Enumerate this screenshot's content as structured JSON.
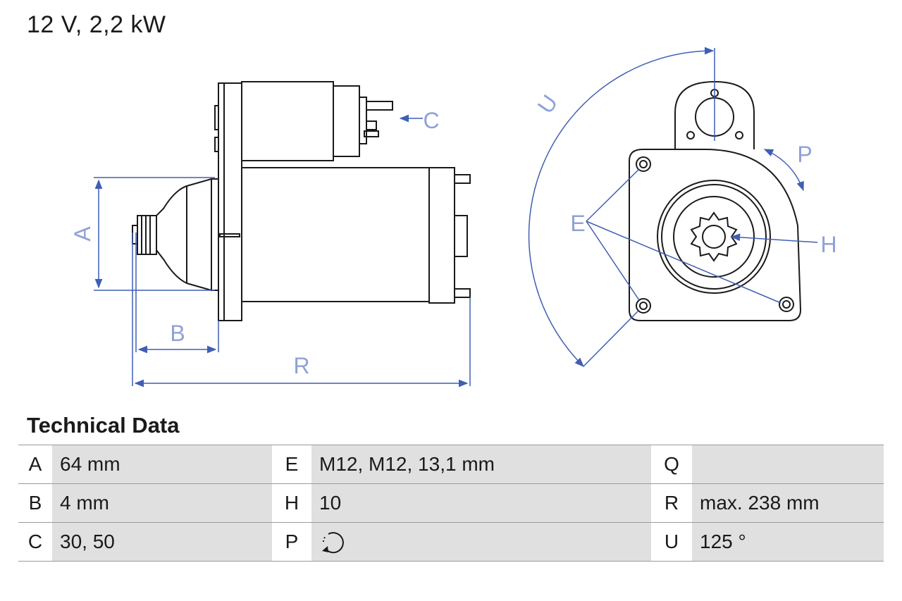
{
  "headline": "12 V, 2,2 kW",
  "section_title": "Technical Data",
  "diagram": {
    "labels": {
      "A": "A",
      "B": "B",
      "C": "C",
      "R": "R",
      "U": "U",
      "P": "P",
      "E": "E",
      "H": "H"
    },
    "colors": {
      "outline": "#1a1a1a",
      "dimension": "#3f5fb5",
      "dimension_label": "#8fa2d6"
    }
  },
  "spec_rows": [
    {
      "k1": "A",
      "v1": "64 mm",
      "k2": "E",
      "v2": "M12, M12, 13,1 mm",
      "k3": "Q",
      "v3": ""
    },
    {
      "k1": "B",
      "v1": "4 mm",
      "k2": "H",
      "v2": "10",
      "k3": "R",
      "v3": "max. 238 mm"
    },
    {
      "k1": "C",
      "v1": "30, 50",
      "k2": "P",
      "v2_icon": "clockwise-rotation-icon",
      "k3": "U",
      "v3": "125 °"
    }
  ],
  "table_colors": {
    "value_bg": "#e0e0e0",
    "key_bg": "#ffffff",
    "rule": "#9a9a9a"
  }
}
